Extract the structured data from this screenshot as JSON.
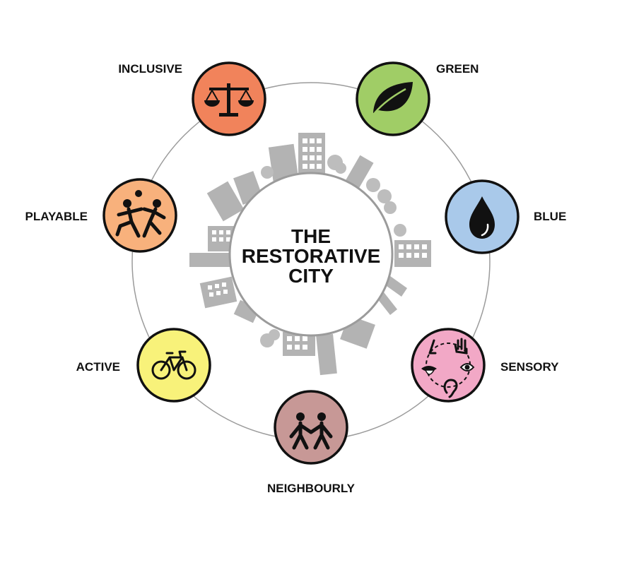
{
  "center": {
    "title_lines": [
      "THE",
      "RESTORATIVE",
      "CITY"
    ]
  },
  "nodes": [
    {
      "id": "inclusive",
      "label": "INCLUSIVE",
      "color": "#f1835b",
      "icon": "scales-icon"
    },
    {
      "id": "green",
      "label": "GREEN",
      "color": "#a0cd66",
      "icon": "leaf-icon"
    },
    {
      "id": "blue",
      "label": "BLUE",
      "color": "#a9c9ea",
      "icon": "water-drop-icon"
    },
    {
      "id": "sensory",
      "label": "SENSORY",
      "color": "#f2a8c6",
      "icon": "senses-icon"
    },
    {
      "id": "neighbourly",
      "label": "NEIGHBOURLY",
      "color": "#c79896",
      "icon": "people-holding-hands-icon"
    },
    {
      "id": "active",
      "label": "ACTIVE",
      "color": "#f8f27a",
      "icon": "bicycle-icon"
    },
    {
      "id": "playable",
      "label": "PLAYABLE",
      "color": "#f8b17c",
      "icon": "children-playing-icon"
    }
  ],
  "colors": {
    "outline": "#111111",
    "ring": "#999999",
    "city_skyline": "#b3b3b3"
  }
}
